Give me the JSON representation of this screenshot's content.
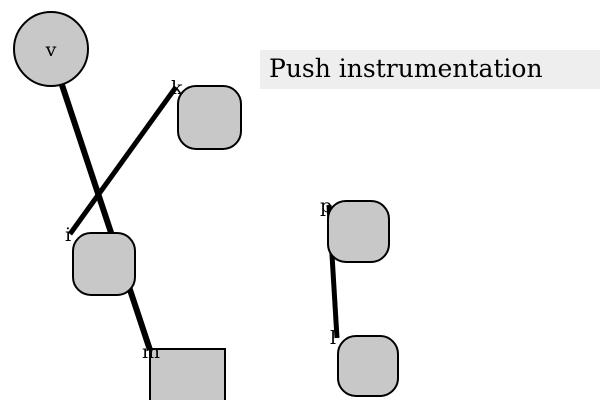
{
  "banner": {
    "text": "Push instrumentation"
  },
  "colors": {
    "node_fill": "#c8c8c8",
    "node_stroke": "#000000",
    "edge": "#000000",
    "banner_bg": "#eeeeee",
    "background": "#ffffff"
  },
  "nodes": [
    {
      "id": "v",
      "label": "v",
      "shape": "circle"
    },
    {
      "id": "k",
      "label": "k",
      "shape": "rounded-square"
    },
    {
      "id": "i",
      "label": "i",
      "shape": "rounded-square"
    },
    {
      "id": "m",
      "label": "m",
      "shape": "square"
    },
    {
      "id": "p",
      "label": "p",
      "shape": "rounded-square"
    },
    {
      "id": "l",
      "label": "l",
      "shape": "rounded-square"
    }
  ],
  "edges": [
    {
      "from": "v",
      "to": "m"
    },
    {
      "from": "k",
      "to": "i"
    },
    {
      "from": "p",
      "to": "l"
    }
  ]
}
